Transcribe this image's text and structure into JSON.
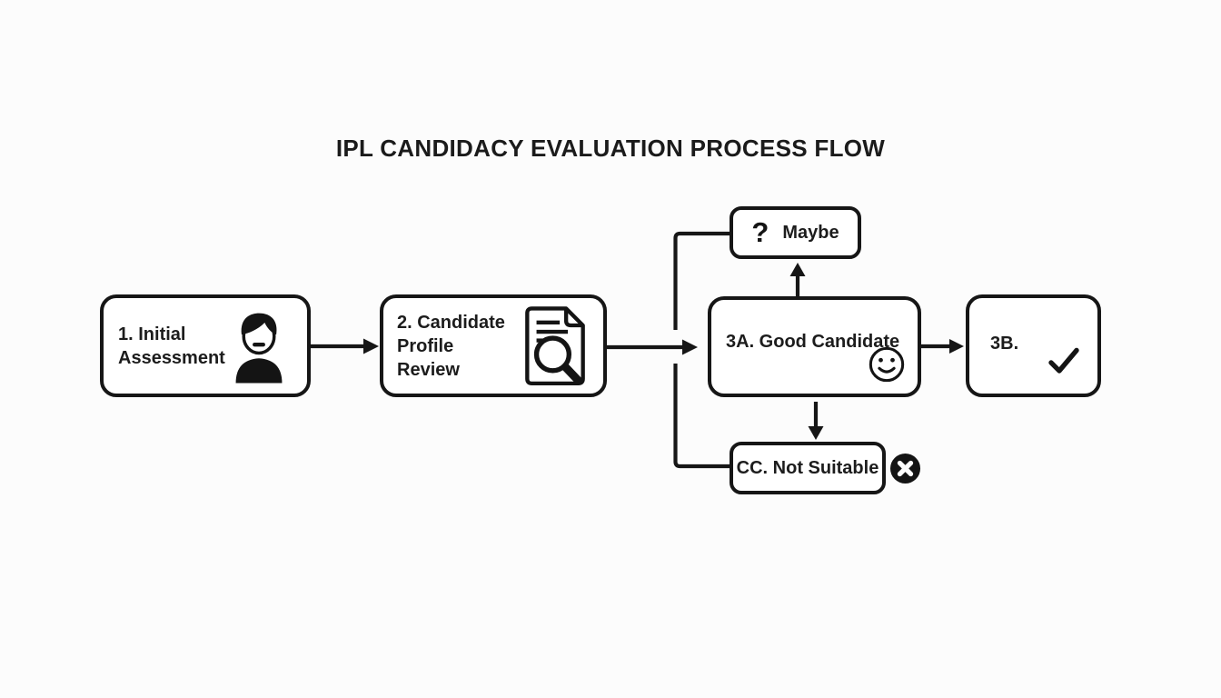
{
  "title": "IPL CANDIDACY EVALUATION PROCESS FLOW",
  "colors": {
    "background": "#fcfcfc",
    "stroke": "#161616",
    "box_fill": "#ffffff",
    "text": "#1b1b1b"
  },
  "nodes": {
    "initial": {
      "label": "1. Initial Assessment",
      "icon": "person-icon"
    },
    "profile_review": {
      "label": "2. Candidate Profile Review",
      "icon": "document-search-icon"
    },
    "maybe": {
      "glyph": "?",
      "label": "Maybe",
      "icon": "question-mark-icon"
    },
    "good_candidate": {
      "label": "3A. Good Candidate",
      "icon": "smiley-face-icon"
    },
    "proceed": {
      "label": "3B.",
      "icon": "checkmark-icon"
    },
    "not_suitable": {
      "label": "CC. Not Suitable",
      "icon": "x-circle-icon"
    }
  },
  "edges": [
    {
      "from": "initial",
      "to": "profile_review",
      "type": "arrow"
    },
    {
      "from": "profile_review",
      "to": "good_candidate",
      "type": "arrow"
    },
    {
      "from": "profile_review",
      "to": "maybe",
      "type": "elbow-line"
    },
    {
      "from": "profile_review",
      "to": "not_suitable",
      "type": "elbow-line"
    },
    {
      "from": "good_candidate",
      "to": "maybe",
      "type": "arrow-up"
    },
    {
      "from": "good_candidate",
      "to": "not_suitable",
      "type": "arrow-down"
    },
    {
      "from": "good_candidate",
      "to": "proceed",
      "type": "arrow"
    }
  ]
}
